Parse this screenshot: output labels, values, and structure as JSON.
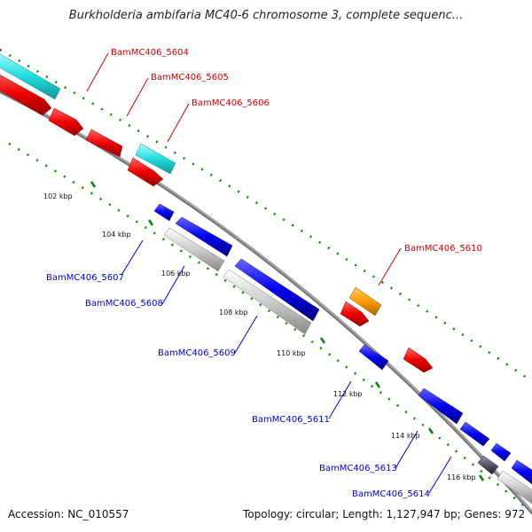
{
  "title": "Burkholderia ambifaria MC40-6 chromosome 3, complete sequenc...",
  "footer": {
    "accession": "Accession: NC_010557",
    "summary": "Topology: circular; Length: 1,127,947 bp; Genes: 972"
  },
  "colors": {
    "cds_red": "#ee0000",
    "cds_cyan": "#22dddd",
    "cds_blue": "#0000ee",
    "cds_gray": "#cccccc",
    "cds_orange": "#ff9900",
    "cds_dark": "#555566",
    "backbone": "#777777",
    "tick": "#008800",
    "label_top": "#cc0000",
    "label_bottom": "#0000cc"
  },
  "ticks": [
    "102 kbp",
    "104 kbp",
    "106 kbp",
    "108 kbp",
    "110 kbp",
    "112 kbp",
    "114 kbp",
    "116 kbp"
  ],
  "genes_top": [
    {
      "label": "BamMC406_5604"
    },
    {
      "label": "BamMC406_5605"
    },
    {
      "label": "BamMC406_5606"
    },
    {
      "label": "BamMC406_5610"
    }
  ],
  "genes_bottom": [
    {
      "label": "BamMC406_5607"
    },
    {
      "label": "BamMC406_5608"
    },
    {
      "label": "BamMC406_5609"
    },
    {
      "label": "BamMC406_5611"
    },
    {
      "label": "BamMC406_5613"
    },
    {
      "label": "BamMC406_5614"
    }
  ]
}
